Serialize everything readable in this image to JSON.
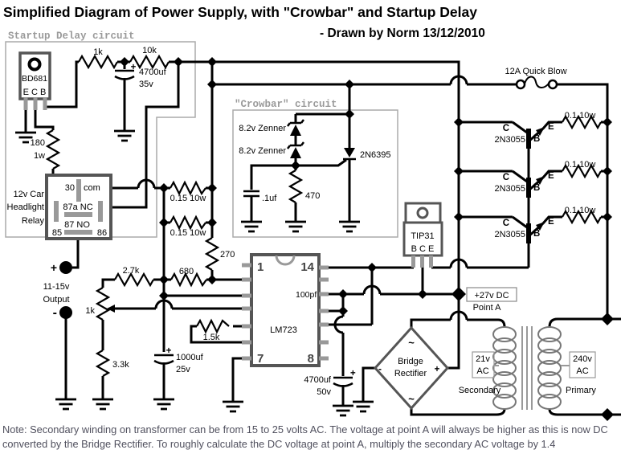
{
  "title": {
    "main": "Simplified Diagram of Power Supply, with \"Crowbar\" and Startup Delay",
    "byline": "- Drawn by Norm 13/12/2010"
  },
  "startup": {
    "box_label": "Startup Delay circuit",
    "transistor": "BD681",
    "transistor_pins": "E C B",
    "r_1k": "1k",
    "r_10k": "10k",
    "cap_plus": "+",
    "cap_value": "4700uf",
    "cap_voltage": "35v",
    "r_180": "180",
    "r_180_w": "1w"
  },
  "relay": {
    "name_line1": "12v Car",
    "name_line2": "Headlight",
    "name_line3": "Relay",
    "pin_30": "30",
    "pin_com": "com",
    "pin_87a": "87a NC",
    "pin_87": "87 NO",
    "pin_85": "85",
    "pin_86": "86"
  },
  "output": {
    "plus": "+",
    "range": "11-15v",
    "label": "Output",
    "minus": "-"
  },
  "share": {
    "r1": "0.15 10w",
    "r2": "0.15 10w",
    "r_270": "270"
  },
  "regulator": {
    "r_2k7": "2.7k",
    "r_680": "680",
    "pot_1k": "1k",
    "r_3k3": "3.3k",
    "cap1000_plus": "+",
    "cap1000": "1000uf",
    "cap1000_v": "25v",
    "r_1k5": "1.5k",
    "ic": "LM723",
    "pin1": "1",
    "pin14": "14",
    "pin7": "7",
    "pin8": "8",
    "cap100": "100pf",
    "cap4700_plus": "+",
    "cap4700": "4700uf",
    "cap4700_v": "50v"
  },
  "crowbar": {
    "box_label": "\"Crowbar\" circuit",
    "zener1": "8.2v Zenner",
    "zener2": "8.2v Zenner",
    "scr": "2N6395",
    "cap": ".1uf",
    "r_470": "470"
  },
  "driver": {
    "name": "TIP31",
    "pins": "B C E"
  },
  "fuse": {
    "label": "12A Quick Blow"
  },
  "pass": {
    "rows": [
      {
        "c": "C",
        "e": "E",
        "b": "B",
        "name": "2N3055",
        "r": "0.1 10w"
      },
      {
        "c": "C",
        "e": "E",
        "b": "B",
        "name": "2N3055",
        "r": "0.1 10w"
      },
      {
        "c": "C",
        "e": "E",
        "b": "B",
        "name": "2N3055",
        "r": "0.1 10w"
      }
    ]
  },
  "dc_point": {
    "label": "+27v DC",
    "point": "Point A"
  },
  "bridge": {
    "line1": "Bridge",
    "line2": "Rectifier",
    "plus": "+",
    "minus": "-",
    "ac_top": "~",
    "ac_bottom": "~"
  },
  "transformer": {
    "sec_v": "21v",
    "sec_ac": "AC",
    "sec_label": "Secondary",
    "pri_v": "240v",
    "pri_ac": "AC",
    "pri_label": "Primary"
  },
  "note": {
    "line1": "Note: Secondary winding on transformer can be from 15 to 25 volts AC. The voltage at point A will always be higher as this is now DC",
    "line2": "converted by the Bridge Rectifier. To roughly calculate the DC voltage at point A, multiply the secondary AC voltage by 1.4"
  },
  "colors": {
    "wire": "#000000",
    "component_outline": "#555555",
    "pin_fill": "#999999",
    "box_outline": "#aaaaaa",
    "note_text": "#50505e"
  }
}
